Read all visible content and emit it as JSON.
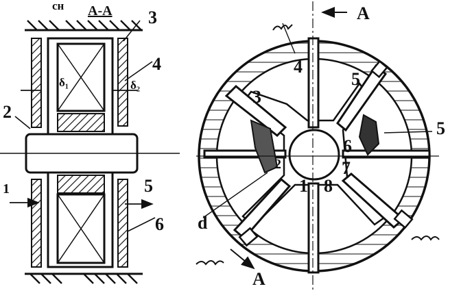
{
  "diagram": {
    "left_view": {
      "section_title": "A-A",
      "title_prefix": "сн",
      "labels": {
        "p3": "3",
        "p4": "4",
        "p2": "2",
        "p1": "1",
        "p5": "5",
        "p6": "6",
        "g1": "δ₁",
        "g2": "δ₂"
      }
    },
    "right_view": {
      "section_mark": "A",
      "labels": {
        "p3": "3",
        "p4": "4",
        "p5a": "5",
        "p5b": "5",
        "p2": "2",
        "p6": "6",
        "p7": "7",
        "p8": "8",
        "p1": "1",
        "pd": "d"
      }
    }
  }
}
